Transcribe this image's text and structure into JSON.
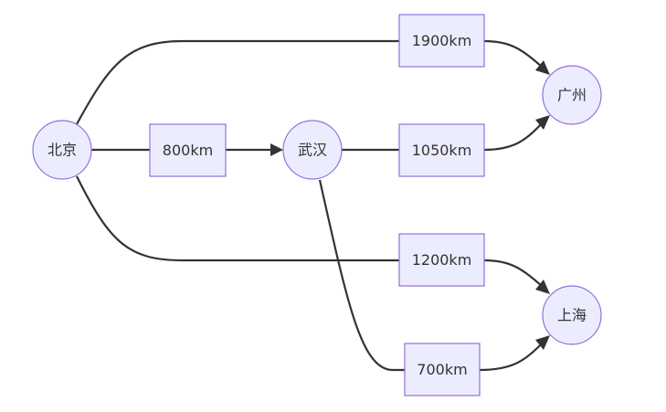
{
  "diagram": {
    "type": "flowchart",
    "direction": "LR",
    "colors": {
      "node_fill": "#ECECFF",
      "node_stroke": "#9370DB",
      "edge": "#333333",
      "text": "#333333"
    },
    "nodes": [
      {
        "id": "beijing",
        "label": "北京",
        "shape": "circle"
      },
      {
        "id": "wuhan",
        "label": "武汉",
        "shape": "circle"
      },
      {
        "id": "guangzhou",
        "label": "广州",
        "shape": "circle"
      },
      {
        "id": "shanghai",
        "label": "上海",
        "shape": "circle"
      }
    ],
    "distance_labels": [
      {
        "id": "d800",
        "label": "800km"
      },
      {
        "id": "d1900",
        "label": "1900km"
      },
      {
        "id": "d1050",
        "label": "1050km"
      },
      {
        "id": "d1200",
        "label": "1200km"
      },
      {
        "id": "d700",
        "label": "700km"
      }
    ],
    "edges": [
      {
        "from": "beijing",
        "to": "wuhan",
        "label": "800km"
      },
      {
        "from": "beijing",
        "to": "guangzhou",
        "label": "1900km"
      },
      {
        "from": "wuhan",
        "to": "guangzhou",
        "label": "1050km"
      },
      {
        "from": "beijing",
        "to": "shanghai",
        "label": "1200km"
      },
      {
        "from": "wuhan",
        "to": "shanghai",
        "label": "700km"
      }
    ]
  }
}
